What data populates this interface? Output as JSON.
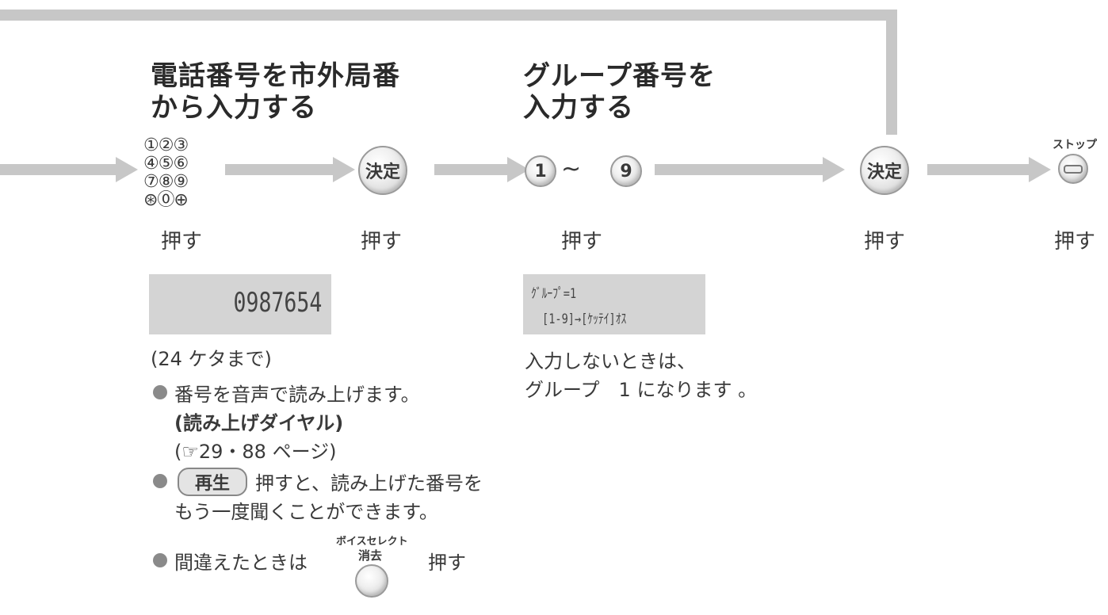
{
  "step1": {
    "heading_line1": "電話番号を市外局番",
    "heading_line2": "から入力する",
    "keypad_rows": [
      "①②③",
      "④⑤⑥",
      "⑦⑧⑨",
      "⊛⓪⊕"
    ],
    "press": "押す",
    "lcd_number": "0987654",
    "digits_note": "(24 ケタまで)"
  },
  "step2": {
    "button": "決定",
    "press": "押す"
  },
  "step3": {
    "heading_line1": "グループ番号を",
    "heading_line2": "入力する",
    "button_from": "1",
    "tilde": "~",
    "button_to": "9",
    "press": "押す",
    "lcd_line1": "ｸﾞﾙｰﾌﾟ=1",
    "lcd_line2": "[1-9]→[ｹｯﾃｲ]ｵｽ",
    "note_line1": "入力しないときは、",
    "note_line2": "グループ　1 になります 。"
  },
  "step4": {
    "button": "決定",
    "press": "押す"
  },
  "step5": {
    "label": "ストップ",
    "press": "押す"
  },
  "notes": {
    "bullet1_line1": "番号を音声で読み上げます。",
    "bullet1_line2": "(読み上げダイヤル)",
    "bullet1_line3": "(☞29・88 ページ)",
    "bullet2_key": "再生",
    "bullet2_line1": "押すと、読み上げた番号を",
    "bullet2_line2": "もう一度聞くことができます。",
    "bullet3_text": "間違えたときは",
    "bullet3_key_top": "ボイスセレクト",
    "bullet3_key_bottom": "消去",
    "bullet3_press": "押す"
  },
  "colors": {
    "flow_gray": "#c7c7c7",
    "lcd_gray": "#d4d4d4",
    "bullet_gray": "#8a8a8a"
  }
}
